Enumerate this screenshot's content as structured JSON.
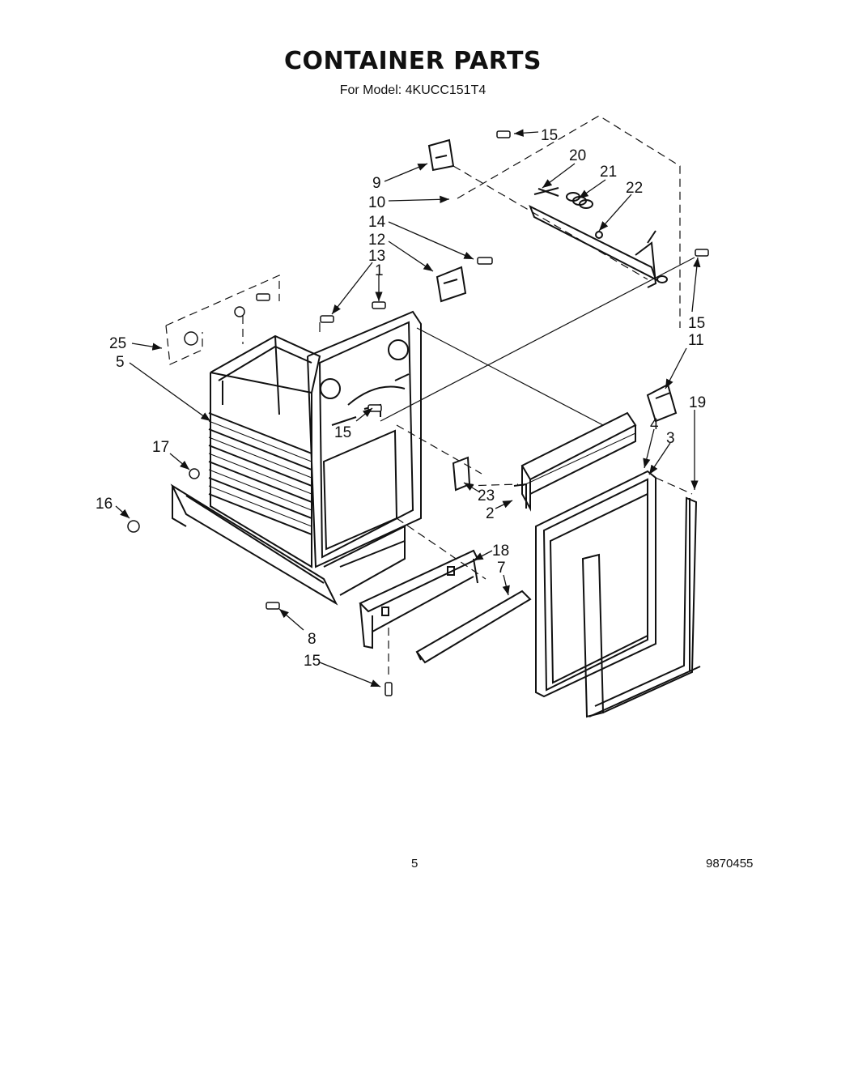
{
  "header": {
    "title": "CONTAINER PARTS",
    "subtitle": "For Model: 4KUCC151T4"
  },
  "footer": {
    "page_number": "5",
    "document_number": "9870455"
  },
  "callouts": [
    "15",
    "20",
    "21",
    "22",
    "9",
    "10",
    "14",
    "12",
    "13",
    "1",
    "15",
    "11",
    "25",
    "5",
    "19",
    "4",
    "3",
    "15",
    "17",
    "16",
    "23",
    "2",
    "18",
    "7",
    "8",
    "15"
  ]
}
